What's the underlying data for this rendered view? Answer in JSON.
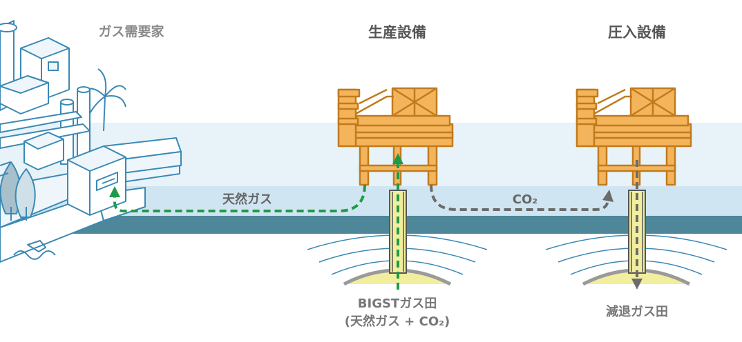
{
  "labels": {
    "consumer": "ガス需要家",
    "production": "生産設備",
    "injection": "圧入設備",
    "gas_flow": "天然ガス",
    "co2_flow": "CO₂",
    "field_bigst_line1": "BIGSTガス田",
    "field_bigst_line2": "(天然ガス + CO₂)",
    "field_depleted": "減退ガス田"
  },
  "colors": {
    "gas_arrow": "#1f9a48",
    "co2_arrow": "#6b6b6b",
    "platform_fill": "#f3b45c",
    "platform_stroke": "#c17a1c",
    "sea_upper": "#e7f3f9",
    "sea_lower": "#cfe5f1",
    "seabed": "#4d8799",
    "building_stroke": "#3a89b5",
    "reservoir": "#f1ee9d"
  },
  "icons": [
    "industrial-city-illustration",
    "production-platform-icon",
    "injection-platform-icon"
  ]
}
